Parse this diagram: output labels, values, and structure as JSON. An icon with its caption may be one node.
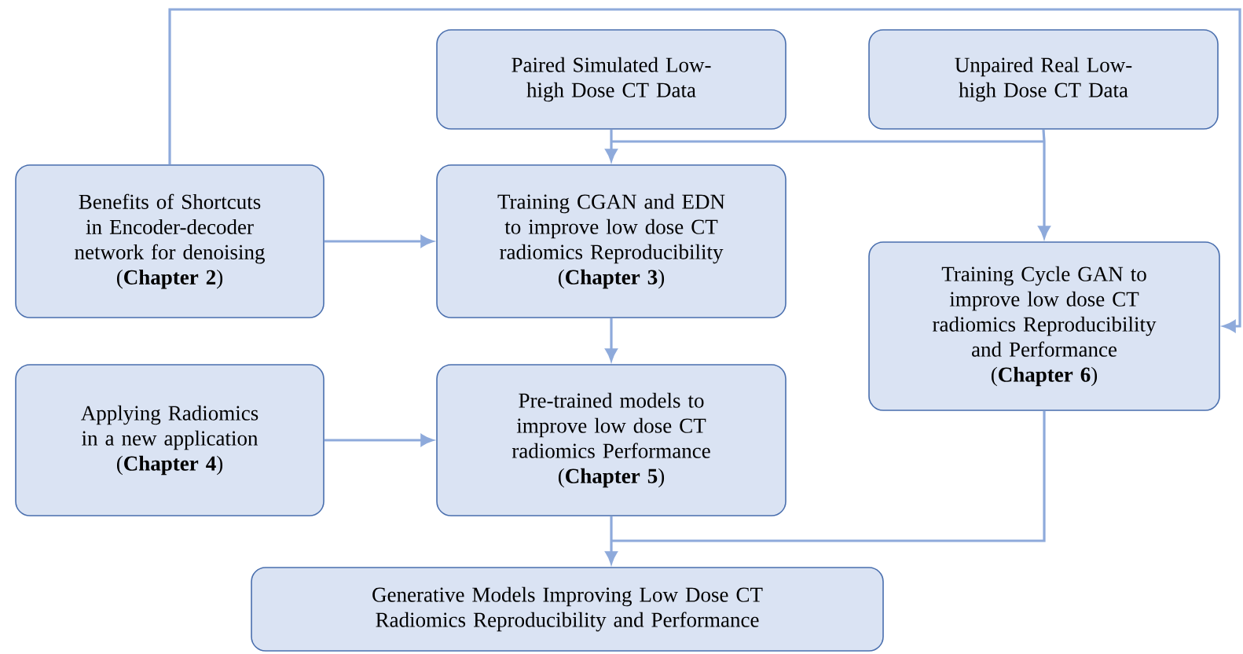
{
  "diagram": {
    "nodes": [
      {
        "text": [
          "Benefits of Shortcuts in Encoder-decoder network for denoising",
          "(**Chapter 2**)"
        ]
      },
      {
        "text": [
          "Paired Simulated Low-high Dose CT Data"
        ]
      },
      {
        "text": [
          "Unpaired Real Low-high Dose CT Data"
        ]
      },
      {
        "text": [
          "Training CGAN and EDN to improve low dose CT radiomics Reproducibility",
          "(**Chapter 3**)"
        ]
      },
      {
        "text": [
          "Training Cycle GAN to improve low dose CT radiomics Reproducibility and Performance",
          "(**Chapter 6**)"
        ]
      },
      {
        "text": [
          "Applying Radiomics in a new application",
          "(**Chapter 4**)"
        ]
      },
      {
        "text": [
          "Pre-trained models to improve low dose CT radiomics Performance",
          "(**Chapter 5**)"
        ]
      },
      {
        "text": [
          "Generative Models Improving Low Dose CT Radiomics Reproducibility and Performance"
        ]
      }
    ],
    "edges": [
      {
        "from": 0,
        "to": 3,
        "arrow": "to"
      },
      {
        "from": 0,
        "to": 4,
        "arrow": "to"
      },
      {
        "from": 1,
        "to": 3,
        "arrow": "to"
      },
      {
        "from": 1,
        "to": 4,
        "arrow": "to"
      },
      {
        "from": 2,
        "to": 3,
        "arrow": "to"
      },
      {
        "from": 2,
        "to": 4,
        "arrow": "to"
      },
      {
        "from": 3,
        "to": 6,
        "arrow": "to"
      },
      {
        "from": 5,
        "to": 6,
        "arrow": "to"
      },
      {
        "from": 6,
        "to": 7,
        "arrow": "to"
      },
      {
        "from": 4,
        "to": 7,
        "arrow": "to"
      }
    ]
  }
}
